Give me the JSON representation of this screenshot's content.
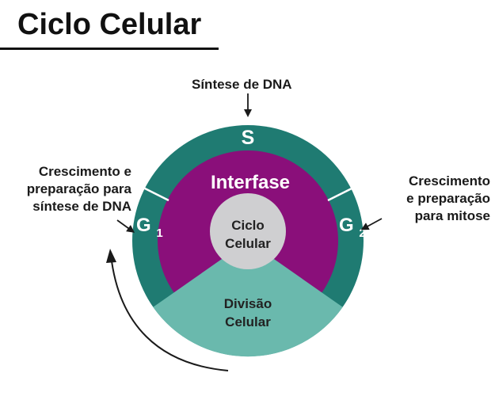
{
  "title": "Ciclo Celular",
  "labels": {
    "s_phase": "Síntese de DNA",
    "g1_phase": [
      "Crescimento e",
      "preparação para",
      "síntese de DNA"
    ],
    "g2_phase": [
      "Crescimento",
      "e preparação",
      "para mitose"
    ]
  },
  "diagram": {
    "s": "S",
    "g1": "G",
    "g1_sub": "1",
    "g2": "G",
    "g2_sub": "2",
    "interphase": "Interfase",
    "center": [
      "Ciclo",
      "Celular"
    ],
    "division": [
      "Divisão",
      "Celular"
    ]
  },
  "colors": {
    "outer_ring": "#1f7b72",
    "interphase": "#8a0f7a",
    "division": "#6ab9ad",
    "center": "#cfcfd1",
    "divider": "#ffffff",
    "arrow": "#1a1a1a"
  }
}
